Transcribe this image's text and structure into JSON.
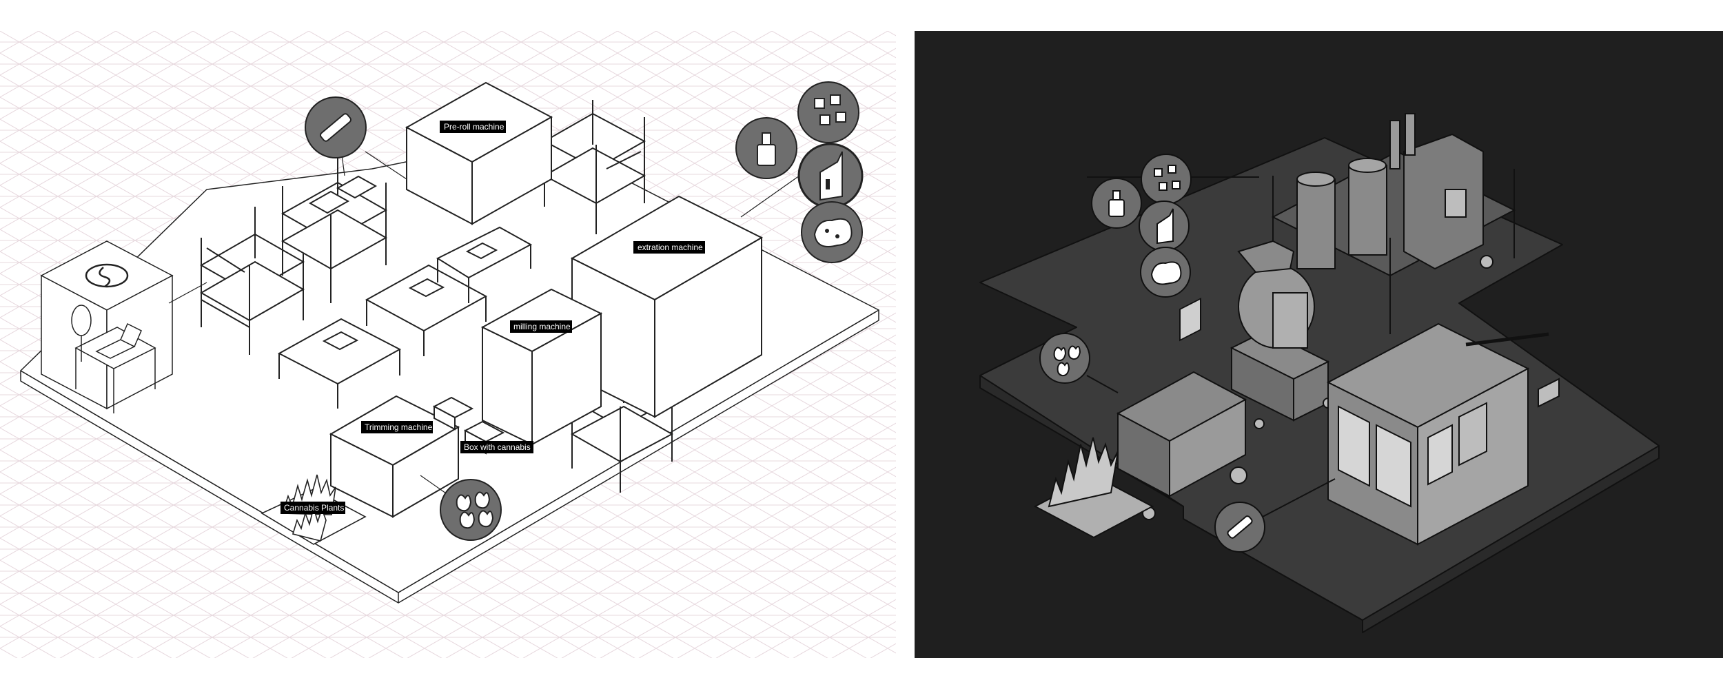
{
  "labels": {
    "preroll": "Pre-roll machine",
    "extraction": "extration machine",
    "milling": "milling machine",
    "trimming": "Trimming machine",
    "box": "Box with cannabis",
    "plants": "Cannabis Plants"
  },
  "icons": {
    "preroll": "pre-roll-joint-icon",
    "extraction_oil": "oil-bottle-icon",
    "extraction_cubes": "wax-cubes-icon",
    "extraction_package": "product-package-icon",
    "extraction_shatter": "shatter-extract-icon",
    "trimmed_buds": "trimmed-buds-icon",
    "logo": "brand-logo-icon"
  },
  "colors": {
    "grid_line": "#e7d8de",
    "dark_background": "#1f1f1f",
    "floor_dark": "#3b3b3b",
    "icon_circle": "#6e6e6e",
    "label_background": "#000000",
    "label_text": "#ffffff"
  }
}
